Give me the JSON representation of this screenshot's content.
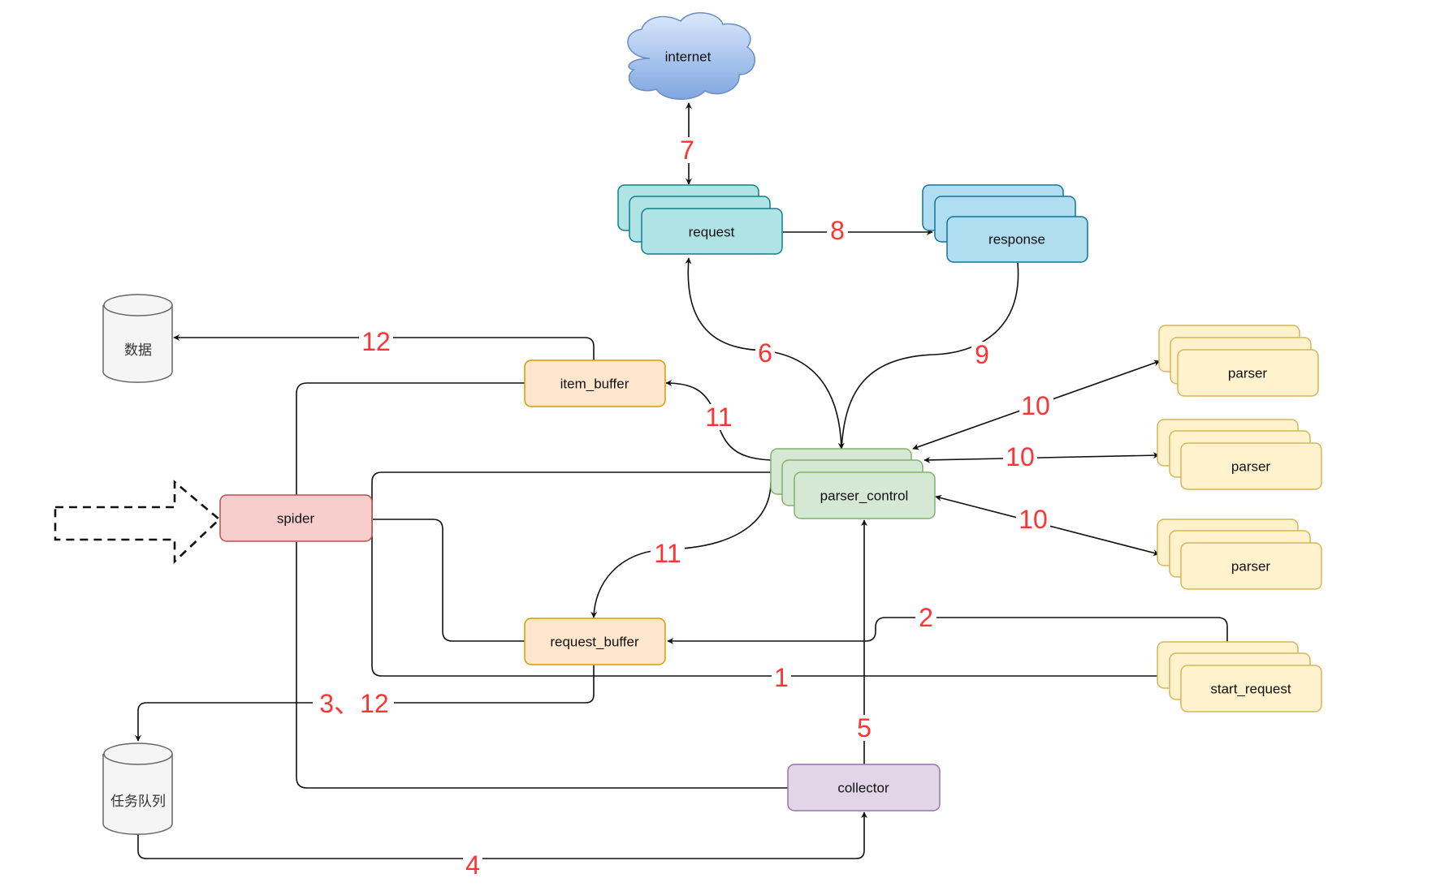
{
  "nodes": {
    "internet": "internet",
    "request": "request",
    "response": "response",
    "data_store": "数据",
    "item_buffer": "item_buffer",
    "spider": "spider",
    "parser_control": "parser_control",
    "parser_1": "parser",
    "parser_2": "parser",
    "parser_3": "parser",
    "request_buffer": "request_buffer",
    "start_request": "start_request",
    "task_queue": "任务队列",
    "collector": "collector"
  },
  "edge_labels": {
    "e1": "1",
    "e2": "2",
    "e3": "3、12",
    "e4": "4",
    "e5": "5",
    "e6": "6",
    "e7": "7",
    "e8": "8",
    "e9": "9",
    "e10a": "10",
    "e10b": "10",
    "e10c": "10",
    "e11a": "11",
    "e11b": "11",
    "e12": "12"
  },
  "colors": {
    "request_fill": "#b0e3e6",
    "request_stroke": "#0e8088",
    "response_fill": "#b1ddf0",
    "response_stroke": "#10739e",
    "buffer_fill": "#ffe6cc",
    "buffer_stroke": "#d79b00",
    "spider_fill": "#f8cecc",
    "spider_stroke": "#b85450",
    "parser_control_fill": "#d5e8d4",
    "parser_control_stroke": "#82b366",
    "parser_fill": "#fff2cc",
    "parser_stroke": "#d6b656",
    "collector_fill": "#e1d5e7",
    "collector_stroke": "#9673a6",
    "db_fill": "#f5f5f5",
    "db_stroke": "#666666",
    "cloud_top": "#dae8fc",
    "cloud_bottom": "#7ea6e0",
    "label_color": "#ff3333"
  }
}
